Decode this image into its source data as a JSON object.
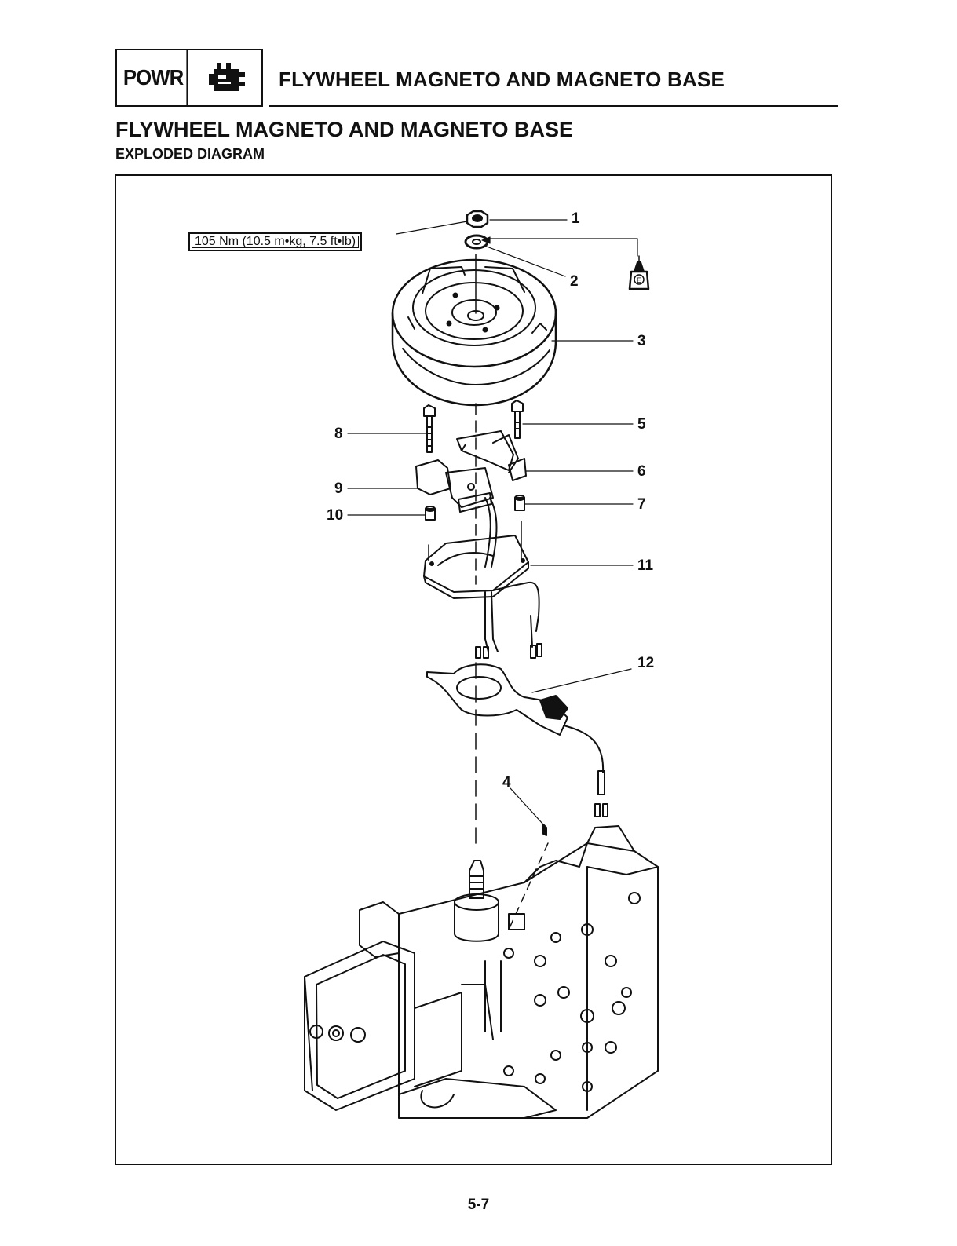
{
  "header": {
    "tab_label": "POWR",
    "tab_icon": "engine-block-icon",
    "title": "FLYWHEEL MAGNETO AND MAGNETO BASE"
  },
  "section": {
    "title": "FLYWHEEL MAGNETO AND MAGNETO BASE",
    "subtitle": "EXPLODED DIAGRAM"
  },
  "diagram": {
    "torque_spec": "105 Nm (10.5 m•kg, 7.5 ft•lb)",
    "lubricant_icon": "engine-oil-icon",
    "lubricant_letter": "E",
    "callouts": [
      "1",
      "2",
      "3",
      "5",
      "6",
      "7",
      "8",
      "9",
      "10",
      "11",
      "12",
      "4"
    ]
  },
  "page_number": "5-7"
}
